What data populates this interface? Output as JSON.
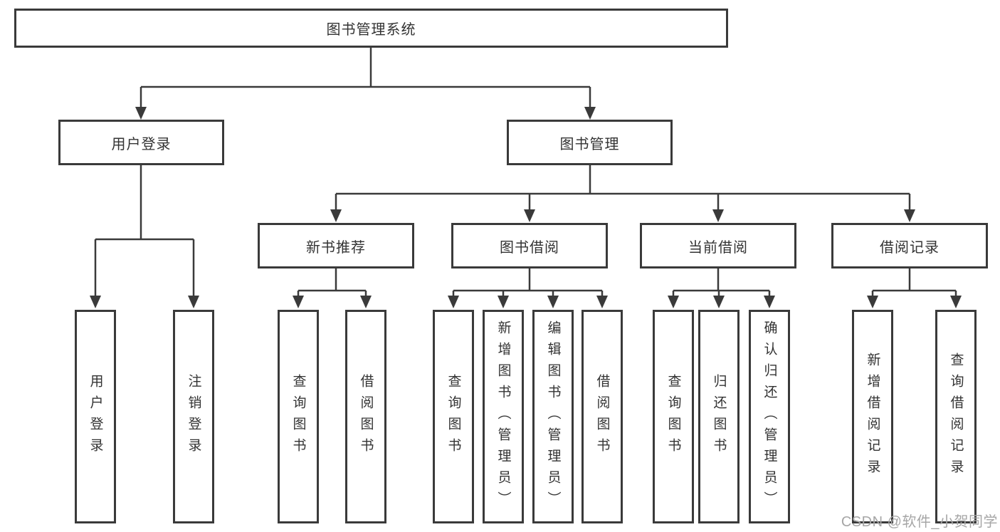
{
  "diagram": {
    "title": "图书管理系统",
    "level2": {
      "user_login": "用户登录",
      "book_mgmt": "图书管理"
    },
    "level3": {
      "new_books": "新书推荐",
      "book_borrow": "图书借阅",
      "current_borrow": "当前借阅",
      "borrow_history": "借阅记录"
    },
    "leaves": {
      "user_login": [
        "用户登录",
        "注销登录"
      ],
      "new_books": [
        "查询图书",
        "借阅图书"
      ],
      "book_borrow": [
        "查询图书",
        "新增图书（管理员）",
        "编辑图书（管理员）",
        "借阅图书"
      ],
      "current_borrow": [
        "查询图书",
        "归还图书",
        "确认归还（管理员）"
      ],
      "borrow_history": [
        "新增借阅记录",
        "查询借阅记录"
      ]
    }
  },
  "watermark": "CSDN @软件_小贺同学",
  "colors": {
    "line": "#3a3a3a",
    "box_border": "#3a3a3a",
    "text": "#333333",
    "watermark": "#a6a6a6",
    "background": "#ffffff"
  }
}
